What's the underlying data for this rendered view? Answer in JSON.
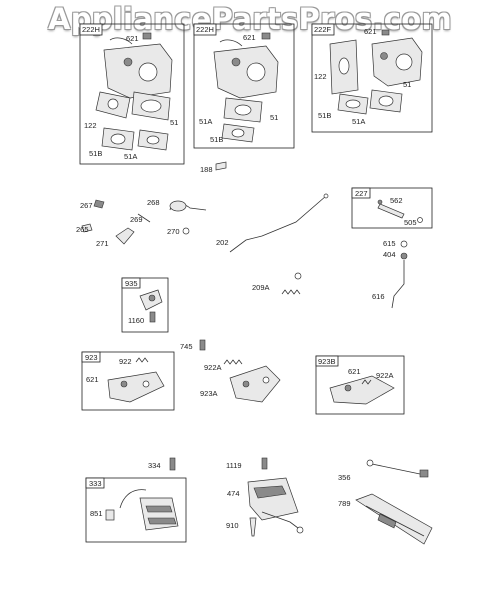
{
  "watermark": "AppliancePartsPros.com",
  "groups": [
    {
      "tag": "222H",
      "labels": {
        "a": "621",
        "b": "122",
        "c": "51",
        "d": "51B",
        "e": "51A"
      }
    },
    {
      "tag": "222H",
      "labels": {
        "a": "621",
        "b": "51A",
        "c": "51",
        "d": "51B"
      }
    },
    {
      "tag": "222F",
      "labels": {
        "a": "621",
        "b": "122",
        "c": "51",
        "d": "51B",
        "e": "51A"
      }
    },
    {
      "tag": "227",
      "labels": {
        "a": "562",
        "b": "505"
      }
    },
    {
      "tag": "935",
      "labels": {
        "a": "1160"
      }
    },
    {
      "tag": "923",
      "labels": {
        "a": "922",
        "b": "621"
      }
    },
    {
      "tag": "923B",
      "labels": {
        "a": "621",
        "b": "922A"
      }
    },
    {
      "tag": "333",
      "labels": {
        "a": "851"
      }
    }
  ],
  "loose": {
    "p188": "188",
    "p267": "267",
    "p268": "268",
    "p269": "269",
    "p265": "265",
    "p271": "271",
    "p270": "270",
    "p202": "202",
    "p209a": "209A",
    "p615": "615",
    "p404": "404",
    "p616": "616",
    "p745": "745",
    "p922a": "922A",
    "p923a": "923A",
    "p334": "334",
    "p1119": "1119",
    "p474": "474",
    "p910": "910",
    "p356": "356",
    "p789": "789"
  }
}
